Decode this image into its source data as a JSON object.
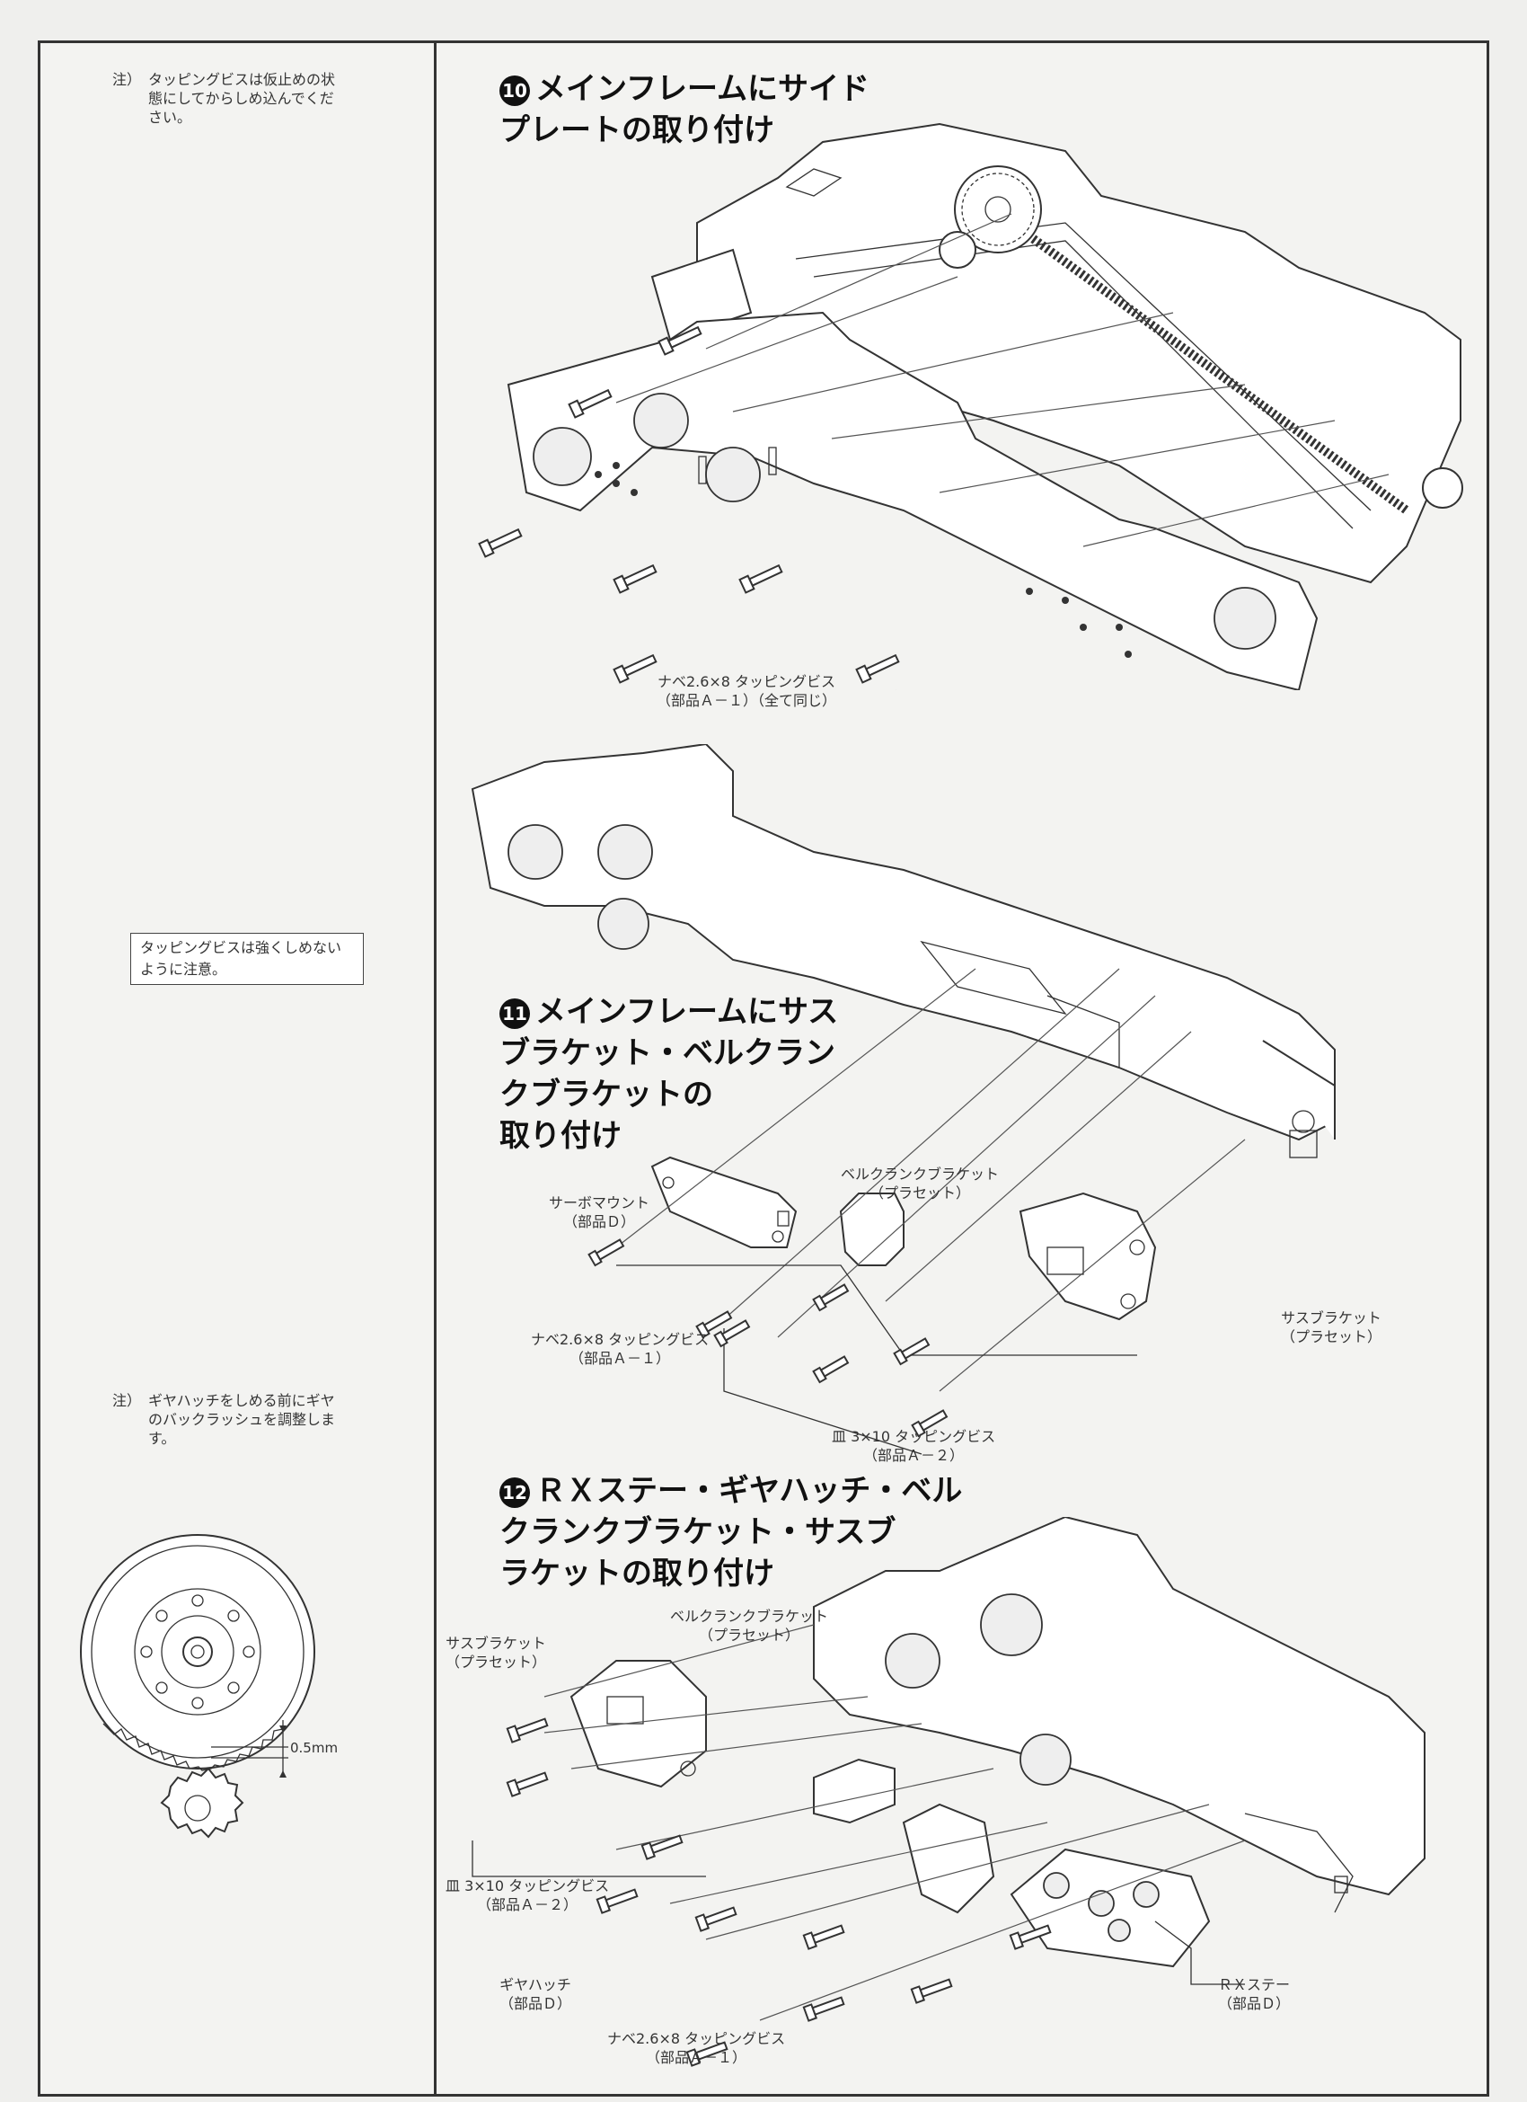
{
  "side_notes": {
    "note1_label": "注）",
    "note1_text": "タッピングビスは仮止めの状態にしてからしめ込んでください。",
    "box_note": "タッピングビスは強くしめないように注意。",
    "note2_label": "注）",
    "note2_text": "ギヤハッチをしめる前にギヤのバックラッシュを調整します。",
    "gap_dimension": "0.5mm"
  },
  "steps": [
    {
      "number": "10",
      "title_line1": "メインフレームにサイド",
      "title_line2": "プレートの取り付け",
      "labels": {
        "screw": "ナベ2.6×8 タッピングビス",
        "screw_part": "（部品Ａ－１）（全て同じ）"
      }
    },
    {
      "number": "11",
      "title_line1": "メインフレームにサス",
      "title_line2": "ブラケット・ベルクラン",
      "title_line3": "クブラケットの",
      "title_line4": "取り付け",
      "labels": {
        "servo_mount": "サーボマウント",
        "servo_mount_part": "（部品Ｄ）",
        "bellcrank": "ベルクランクブラケット",
        "bellcrank_part": "（プラセット）",
        "sus_bracket": "サスブラケット",
        "sus_bracket_part": "（プラセット）",
        "screw_a": "ナベ2.6×8 タッピングビス",
        "screw_a_part": "（部品Ａ－１）",
        "screw_b": "皿 3×10 タッピングビス",
        "screw_b_part": "（部品Ａ－２）"
      }
    },
    {
      "number": "12",
      "title_line1": "ＲＸステー・ギヤハッチ・ベル",
      "title_line2": "クランクブラケット・サスブ",
      "title_line3": "ラケットの取り付け",
      "labels": {
        "sus_bracket": "サスブラケット",
        "sus_bracket_part": "（プラセット）",
        "bellcrank": "ベルクランクブラケット",
        "bellcrank_part": "（プラセット）",
        "screw_b": "皿 3×10 タッピングビス",
        "screw_b_part": "（部品Ａ－２）",
        "gear_hatch": "ギヤハッチ",
        "gear_hatch_part": "（部品Ｄ）",
        "screw_a": "ナベ2.6×8 タッピングビス",
        "screw_a_part": "（部品Ａ－１）",
        "rx_stay": "ＲＸステー",
        "rx_stay_part": "（部品Ｄ）"
      }
    }
  ]
}
